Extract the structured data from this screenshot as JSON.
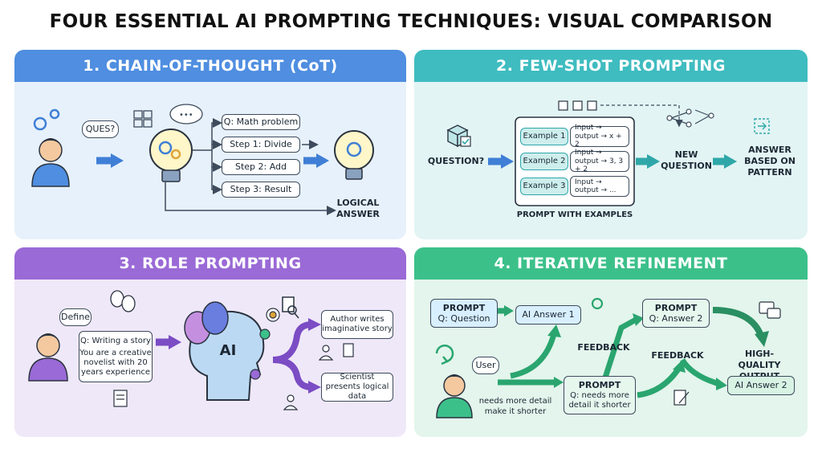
{
  "title": "FOUR ESSENTIAL AI PROMPTING TECHNIQUES: VISUAL COMPARISON",
  "panels": {
    "cot": {
      "heading": "1. CHAIN-OF-THOUGHT (CoT)",
      "user_bubble": "QUES?",
      "steps": [
        "Q: Math problem",
        "Step 1: Divide",
        "Step 2: Add",
        "Step 3: Result"
      ],
      "answer": "LOGICAL ANSWER"
    },
    "fewshot": {
      "heading": "2. FEW-SHOT PROMPTING",
      "question": "QUESTION?",
      "examples": [
        {
          "label": "Example 1",
          "io": "Input →\noutput → x + 2"
        },
        {
          "label": "Example 2",
          "io": "Input →\noutput → 3, 3 + 2"
        },
        {
          "label": "Example 3",
          "io": "Input →\noutput → ..."
        }
      ],
      "caption": "PROMPT WITH EXAMPLES",
      "new_question": "NEW QUESTION",
      "answer": "ANSWER BASED ON PATTERN"
    },
    "role": {
      "heading": "3. ROLE PROMPTING",
      "define_bubble": "Define",
      "prompt_q": "Q: Writing a story",
      "prompt_role": "You are a creative novelist with 20 years experience",
      "ai_label": "AI",
      "outputs": [
        "Author writes imaginative story",
        "Scientist presents logical data"
      ]
    },
    "iterative": {
      "heading": "4. ITERATIVE REFINEMENT",
      "prompt1_title": "PROMPT",
      "prompt1_q": "Q: Question",
      "answer1": "AI Answer 1",
      "user_bubble": "User",
      "user_feedback": "needs more detail make it shorter",
      "feedback1": "FEEDBACK",
      "prompt2_title": "PROMPT",
      "prompt2_q": "Q: needs more detail it shorter",
      "prompt3_title": "PROMPT",
      "prompt3_q": "Q: Answer 2",
      "feedback2": "FEEDBACK",
      "output_label": "HIGH-QUALITY OUTPUT",
      "answer2": "AI Answer 2"
    }
  },
  "colors": {
    "cot": "#4f8ee0",
    "fewshot": "#3fbcc0",
    "role": "#9a6ad6",
    "iterative": "#3cc08a",
    "arrow_blue": "#3f7fd6",
    "arrow_teal": "#2fa7a9",
    "arrow_purple": "#7b4cc4",
    "arrow_green": "#2aa56f"
  }
}
